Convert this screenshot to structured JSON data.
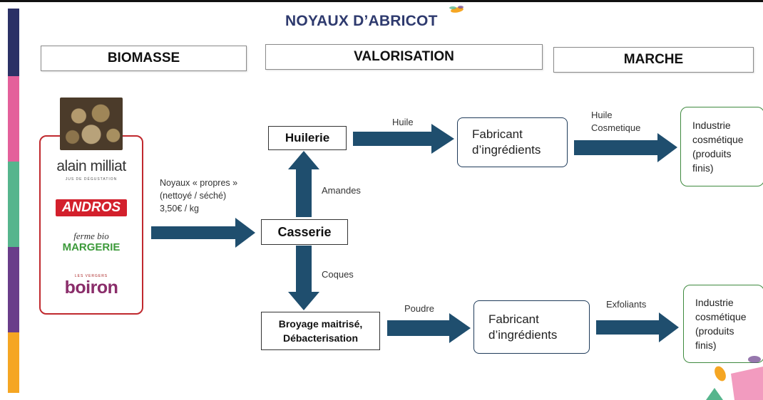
{
  "title": "NOYAUX D’ABRICOT",
  "headers": {
    "biomasse": "BIOMASSE",
    "valorisation": "VALORISATION",
    "marche": "MARCHE"
  },
  "brands": {
    "alain_milliat": "alain milliat",
    "alain_milliat_sub": "JUS DE DÉGUSTATION",
    "andros": "ANDROS",
    "ferme_bio": "ferme bio",
    "margerie": "MARGERIE",
    "vergers": "LES VERGERS",
    "boiron": "boiron"
  },
  "labels": {
    "noyaux_line1": "Noyaux « propres »",
    "noyaux_line2": "(nettoyé / séché)",
    "noyaux_line3": "3,50€ / kg",
    "amandes": "Amandes",
    "coques": "Coques",
    "huile": "Huile",
    "poudre": "Poudre",
    "huile_cosmetique_1": "Huile",
    "huile_cosmetique_2": "Cosmetique",
    "exfoliants": "Exfoliants"
  },
  "nodes": {
    "huilerie": "Huilerie",
    "casserie": "Casserie",
    "broyage_1": "Broyage maitrisé,",
    "broyage_2": "Débacterisation",
    "fabricant_top_1": "Fabricant",
    "fabricant_top_2": "d’ingrédients",
    "fabricant_bottom_1": "Fabricant",
    "fabricant_bottom_2": "d’ingrédients",
    "industrie_top": [
      "Industrie",
      "cosmétique",
      "(produits",
      "finis)"
    ],
    "industrie_bottom": [
      "Industrie",
      "cosmétique",
      "(produits",
      "finis)"
    ]
  },
  "colors": {
    "arrow": "#1f4e6e",
    "title": "#2e3a6e",
    "sidebar": [
      "#2b3166",
      "#e4609b",
      "#56b58d",
      "#6a3d8a",
      "#f5a623"
    ]
  }
}
